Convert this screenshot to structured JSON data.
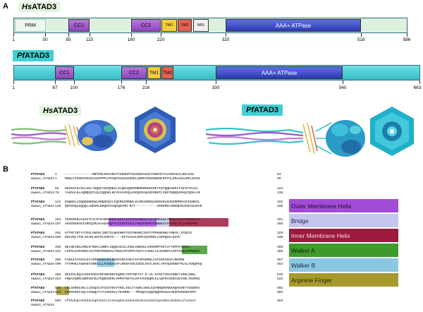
{
  "panel_a": {
    "letter": "A",
    "hs": {
      "name_italic": "Hs",
      "name_rest": "ATAD3",
      "domains": {
        "prm": "PRM",
        "cc1": "CC1",
        "cc2": "CC2",
        "tm1": "TM1",
        "tm2": "TM2",
        "mis": "MIS",
        "aaa": "AAA+ ATPase"
      },
      "ticks": [
        "1",
        "50",
        "85",
        "115",
        "180",
        "220",
        "320",
        "518",
        "586"
      ]
    },
    "pf": {
      "name_italic": "Pf",
      "name_rest": "ATAD3",
      "domains": {
        "cc1": "CC1",
        "cc2": "CC2",
        "tm1": "TM1",
        "tm2": "TM2",
        "aaa": "AAA+ ATPase"
      },
      "ticks": [
        "1",
        "67",
        "100",
        "176",
        "216",
        "330",
        "540",
        "663"
      ]
    },
    "struct_labels": {
      "hs_italic": "Hs",
      "hs_rest": "ATAD3",
      "pf_italic": "Pf",
      "pf_rest": "ATAD3"
    }
  },
  "panel_b": {
    "letter": "B",
    "pf_label": "PfATAD3",
    "hs_label": "Human_ATAD3A",
    "blocks": [
      {
        "pf_start": "1",
        "pf_seq": "--------------MNFPNLSKKINSTVSSNKPYSSSDEKGEHITGNFDPTALERGAKALKELDSS",
        "pf_end": "54",
        "hs_start": "1",
        "hs_seq": "MSWLFGINKGPKGEGAGPPPPLPPAQPGAEGGGDRGLGDRPAPKDKWSNFDPTGLERAAKAARELEHSR",
        "hs_end": "69"
      },
      {
        "pf_start": "55",
        "pf_seq": "NSSKAFEVIKLGELTKQKEYEKQMEELSLQRAQHMSNRMRMEEEKRKTINYQQEGERITAEYKTKLEA",
        "pf_end": "123",
        "hs_start": "70",
        "hs_seq": "YAKDALNLAQMQEQTLQLEQQSKLKEYEAAVEQLKSEQIRAQAEERRKTLSEETRQHQARAQYQDKLAR",
        "hs_end": "138"
      },
      {
        "pf_start": "124",
        "pf_seq": "ESQKKLLDQQKONEEWLRNQHEQYLIQERKIRRNELELMNIKMKQIKEEKRLEHEERRMKAIFEENKGL",
        "pf_end": "192",
        "hs_start": "139",
        "hs_seq": "QRYEDQLKQQQLLNEENLRKQEESVQKQEAMR-RAT-----------VEREMELRHKNEMLRVEAEARAR",
        "hs_end": "196"
      },
      {
        "pf_start": "193",
        "pf_seq": "IERERKNLDIHITKTLRTKADEDRKTKIESIIKYFEGFNNSLFLFLNDKGNLYRFALTITLTSIGIYTA",
        "pf_end": "261",
        "hs_start": "197",
        "hs_seq": "AKAERENADIIREQIRLKAAEHRQTVLESIRTAGTLFGEGFRAFVTDWDKVTATVAGLTLLAVGVYSA",
        "hs_end": "265"
      },
      {
        "pf_start": "262",
        "pf_seq": "HTTKFIRTYATEKLGKPKLIRETSLWNINKFFDIFNKHKIINYFYPPKNKNNLYNNYK-IFDDIV",
        "pf_end": "329",
        "hs_start": "266",
        "hs_seq": "KNAVQLTTRLIEARLGKPSLVRETS----RITVLEALRHPIQVSRRLLSRPQDALEGVV",
        "hs_end": "330"
      },
      {
        "pf_start": "330",
        "pf_seq": "NELNEIDKLRNIIFNGKLSNNFLIQQEAELELSSNLKNDSKLIKMGRPFKKTLFYGPPGTGKTL",
        "pf_end": "398",
        "hs_start": "331",
        "hs_seq": "LSPSLEARVRDIAIATRNTKKNRSLYRNILMYGPPGTGKTLFAKKLALHSGMDYAIMTGGDVAPMGREG",
        "hs_end": "399"
      },
      {
        "pf_start": "399",
        "pf_seq": "FAKKIATHSGLDYAIMSGGDVAPLGKDGVNSIHKLFEFSRVNKNLAIFIDEADAFLRKRNK",
        "pf_end": "467",
        "hs_start": "400",
        "hs_seq": "VTAMHKLFDWANTSRRGLLLFVDEADAFLRKRATEKISEDLRATLNAFLYRTGQHSNKFMLVLASNQPEQ",
        "hs_end": "453"
      },
      {
        "pf_start": "468",
        "pf_seq": "NCKIDLDQAVIDRIDEGVNFHNPNKIEQKMLTMYFNKYVY-P-LK-KYNITIDSIDNEYIHNLSNKL",
        "pf_end": "533",
        "hs_start": "454",
        "hs_seq": "FDWAINDRLNEMVEFDLPGQEERERLVRMYFDKYVLKPATEGKQRLKLAQFDYGRKCSEVARLTEGMSG",
        "hs_end": "522"
      },
      {
        "pf_start": "534",
        "pf_seq": "CGLSGRDISKLCLNIQSCVFGSDTKVVTKELINLITAWHLSNSLEQTNNQNVNKKKQHSSNYTSSDDNs",
        "pf_end": "602",
        "hs_start": "523",
        "hs_seq": "EGMSGREIAQLAVSWQATAYASEDGVLTEAMMD---TRVQDAVQQHQQKMCWLKAEGPGRGDEPSPS",
        "hs_end": "586"
      },
      {
        "pf_start": "603",
        "pf_seq": "nfkkdnpnvhkkkneqhnhnititneeqhnnikkendenksnnimtnnpnddnsdikkkvilvneel",
        "pf_end": "663",
        "hs_start": "",
        "hs_seq": "",
        "hs_end": ""
      }
    ],
    "legend": [
      {
        "label": "Outer Membrane Helix",
        "color": "#a24bd8",
        "text_color": "#1a0f26"
      },
      {
        "label": "Bridge",
        "color": "#c3c6ef",
        "text_color": "#222244"
      },
      {
        "label": "Inner Membrane Helix",
        "color": "#9c1a3c",
        "text_color": "#f2d7df"
      },
      {
        "label": "Walker A",
        "color": "#3f9a2c",
        "text_color": "#0e250a"
      },
      {
        "label": "Walker B",
        "color": "#8ac7e3",
        "text_color": "#0f2a36"
      },
      {
        "label": "Arginine Finger",
        "color": "#a69a2e",
        "text_color": "#2a2508"
      }
    ]
  }
}
